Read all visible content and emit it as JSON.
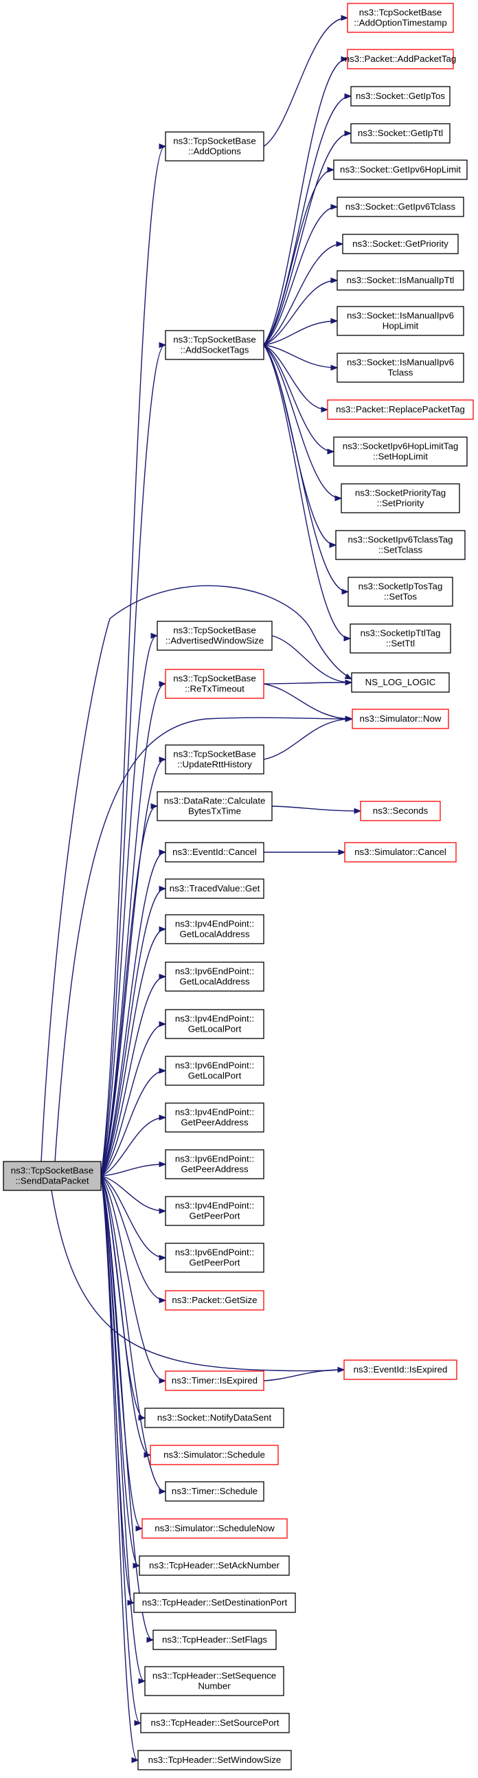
{
  "diagram": {
    "colors": {
      "edge": "#191970",
      "node_border": "#000000",
      "node_border_undocumented": "#ff0000",
      "root_fill": "#bfbfbf",
      "node_fill": "#ffffff",
      "text": "#000000"
    },
    "nodes": [
      {
        "id": "root",
        "lines": [
          "ns3::TcpSocketBase",
          "::SendDataPacket"
        ],
        "style": "root"
      },
      {
        "id": "addOptions",
        "lines": [
          "ns3::TcpSocketBase",
          "::AddOptions"
        ],
        "style": "normal"
      },
      {
        "id": "addOptionTimestamp",
        "lines": [
          "ns3::TcpSocketBase",
          "::AddOptionTimestamp"
        ],
        "style": "red"
      },
      {
        "id": "addPacketTag",
        "lines": [
          "ns3::Packet::AddPacketTag"
        ],
        "style": "red"
      },
      {
        "id": "getIpTos",
        "lines": [
          "ns3::Socket::GetIpTos"
        ],
        "style": "normal"
      },
      {
        "id": "getIpTtl",
        "lines": [
          "ns3::Socket::GetIpTtl"
        ],
        "style": "normal"
      },
      {
        "id": "getIpv6HopLimit",
        "lines": [
          "ns3::Socket::GetIpv6HopLimit"
        ],
        "style": "normal"
      },
      {
        "id": "getIpv6Tclass",
        "lines": [
          "ns3::Socket::GetIpv6Tclass"
        ],
        "style": "normal"
      },
      {
        "id": "getPriority",
        "lines": [
          "ns3::Socket::GetPriority"
        ],
        "style": "normal"
      },
      {
        "id": "addSocketTags",
        "lines": [
          "ns3::TcpSocketBase",
          "::AddSocketTags"
        ],
        "style": "normal"
      },
      {
        "id": "isManualIpTtl",
        "lines": [
          "ns3::Socket::IsManualIpTtl"
        ],
        "style": "normal"
      },
      {
        "id": "isManualIpv6HopLimit",
        "lines": [
          "ns3::Socket::IsManualIpv6",
          "HopLimit"
        ],
        "style": "normal"
      },
      {
        "id": "isManualIpv6Tclass",
        "lines": [
          "ns3::Socket::IsManualIpv6",
          "Tclass"
        ],
        "style": "normal"
      },
      {
        "id": "replacePacketTag",
        "lines": [
          "ns3::Packet::ReplacePacketTag"
        ],
        "style": "red"
      },
      {
        "id": "setHopLimit",
        "lines": [
          "ns3::SocketIpv6HopLimitTag",
          "::SetHopLimit"
        ],
        "style": "normal"
      },
      {
        "id": "setPriority",
        "lines": [
          "ns3::SocketPriorityTag",
          "::SetPriority"
        ],
        "style": "normal"
      },
      {
        "id": "setTclass",
        "lines": [
          "ns3::SocketIpv6TclassTag",
          "::SetTclass"
        ],
        "style": "normal"
      },
      {
        "id": "setTos",
        "lines": [
          "ns3::SocketIpTosTag",
          "::SetTos"
        ],
        "style": "normal"
      },
      {
        "id": "setTtl",
        "lines": [
          "ns3::SocketIpTtlTag",
          "::SetTtl"
        ],
        "style": "normal"
      },
      {
        "id": "advertisedWindowSize",
        "lines": [
          "ns3::TcpSocketBase",
          "::AdvertisedWindowSize"
        ],
        "style": "normal"
      },
      {
        "id": "nsLogLogic",
        "lines": [
          "NS_LOG_LOGIC"
        ],
        "style": "normal"
      },
      {
        "id": "reTxTimeout",
        "lines": [
          "ns3::TcpSocketBase",
          "::ReTxTimeout"
        ],
        "style": "red"
      },
      {
        "id": "simNow",
        "lines": [
          "ns3::Simulator::Now"
        ],
        "style": "red"
      },
      {
        "id": "updateRttHistory",
        "lines": [
          "ns3::TcpSocketBase",
          "::UpdateRttHistory"
        ],
        "style": "normal"
      },
      {
        "id": "calculateBytesTxTime",
        "lines": [
          "ns3::DataRate::Calculate",
          "BytesTxTime"
        ],
        "style": "normal"
      },
      {
        "id": "seconds",
        "lines": [
          "ns3::Seconds"
        ],
        "style": "red"
      },
      {
        "id": "eventIdCancel",
        "lines": [
          "ns3::EventId::Cancel"
        ],
        "style": "normal"
      },
      {
        "id": "simCancel",
        "lines": [
          "ns3::Simulator::Cancel"
        ],
        "style": "red"
      },
      {
        "id": "tracedValueGet",
        "lines": [
          "ns3::TracedValue::Get"
        ],
        "style": "normal"
      },
      {
        "id": "ipv4GetLocalAddress",
        "lines": [
          "ns3::Ipv4EndPoint::",
          "GetLocalAddress"
        ],
        "style": "normal"
      },
      {
        "id": "ipv6GetLocalAddress",
        "lines": [
          "ns3::Ipv6EndPoint::",
          "GetLocalAddress"
        ],
        "style": "normal"
      },
      {
        "id": "ipv4GetLocalPort",
        "lines": [
          "ns3::Ipv4EndPoint::",
          "GetLocalPort"
        ],
        "style": "normal"
      },
      {
        "id": "ipv6GetLocalPort",
        "lines": [
          "ns3::Ipv6EndPoint::",
          "GetLocalPort"
        ],
        "style": "normal"
      },
      {
        "id": "ipv4GetPeerAddress",
        "lines": [
          "ns3::Ipv4EndPoint::",
          "GetPeerAddress"
        ],
        "style": "normal"
      },
      {
        "id": "ipv6GetPeerAddress",
        "lines": [
          "ns3::Ipv6EndPoint::",
          "GetPeerAddress"
        ],
        "style": "normal"
      },
      {
        "id": "ipv4GetPeerPort",
        "lines": [
          "ns3::Ipv4EndPoint::",
          "GetPeerPort"
        ],
        "style": "normal"
      },
      {
        "id": "ipv6GetPeerPort",
        "lines": [
          "ns3::Ipv6EndPoint::",
          "GetPeerPort"
        ],
        "style": "normal"
      },
      {
        "id": "packetGetSize",
        "lines": [
          "ns3::Packet::GetSize"
        ],
        "style": "red"
      },
      {
        "id": "eventIdIsExpired",
        "lines": [
          "ns3::EventId::IsExpired"
        ],
        "style": "red"
      },
      {
        "id": "timerIsExpired",
        "lines": [
          "ns3::Timer::IsExpired"
        ],
        "style": "red"
      },
      {
        "id": "notifyDataSent",
        "lines": [
          "ns3::Socket::NotifyDataSent"
        ],
        "style": "normal"
      },
      {
        "id": "simSchedule",
        "lines": [
          "ns3::Simulator::Schedule"
        ],
        "style": "red"
      },
      {
        "id": "timerSchedule",
        "lines": [
          "ns3::Timer::Schedule"
        ],
        "style": "normal"
      },
      {
        "id": "simScheduleNow",
        "lines": [
          "ns3::Simulator::ScheduleNow"
        ],
        "style": "red"
      },
      {
        "id": "setAckNumber",
        "lines": [
          "ns3::TcpHeader::SetAckNumber"
        ],
        "style": "normal"
      },
      {
        "id": "setDestinationPort",
        "lines": [
          "ns3::TcpHeader::SetDestinationPort"
        ],
        "style": "normal"
      },
      {
        "id": "setFlags",
        "lines": [
          "ns3::TcpHeader::SetFlags"
        ],
        "style": "normal"
      },
      {
        "id": "setSequenceNumber",
        "lines": [
          "ns3::TcpHeader::SetSequence",
          "Number"
        ],
        "style": "normal"
      },
      {
        "id": "setSourcePort",
        "lines": [
          "ns3::TcpHeader::SetSourcePort"
        ],
        "style": "normal"
      },
      {
        "id": "setWindowSize",
        "lines": [
          "ns3::TcpHeader::SetWindowSize"
        ],
        "style": "normal"
      }
    ],
    "edges": [
      [
        "root",
        "addOptions"
      ],
      [
        "root",
        "addSocketTags"
      ],
      [
        "root",
        "nsLogLogic"
      ],
      [
        "root",
        "advertisedWindowSize"
      ],
      [
        "root",
        "reTxTimeout"
      ],
      [
        "root",
        "simNow"
      ],
      [
        "root",
        "updateRttHistory"
      ],
      [
        "root",
        "calculateBytesTxTime"
      ],
      [
        "root",
        "eventIdCancel"
      ],
      [
        "root",
        "tracedValueGet"
      ],
      [
        "root",
        "ipv4GetLocalAddress"
      ],
      [
        "root",
        "ipv6GetLocalAddress"
      ],
      [
        "root",
        "ipv4GetLocalPort"
      ],
      [
        "root",
        "ipv6GetLocalPort"
      ],
      [
        "root",
        "ipv4GetPeerAddress"
      ],
      [
        "root",
        "ipv6GetPeerAddress"
      ],
      [
        "root",
        "ipv4GetPeerPort"
      ],
      [
        "root",
        "ipv6GetPeerPort"
      ],
      [
        "root",
        "packetGetSize"
      ],
      [
        "root",
        "eventIdIsExpired"
      ],
      [
        "root",
        "timerIsExpired"
      ],
      [
        "root",
        "notifyDataSent"
      ],
      [
        "root",
        "simSchedule"
      ],
      [
        "root",
        "timerSchedule"
      ],
      [
        "root",
        "simScheduleNow"
      ],
      [
        "root",
        "setAckNumber"
      ],
      [
        "root",
        "setDestinationPort"
      ],
      [
        "root",
        "setFlags"
      ],
      [
        "root",
        "setSequenceNumber"
      ],
      [
        "root",
        "setSourcePort"
      ],
      [
        "root",
        "setWindowSize"
      ],
      [
        "addOptions",
        "addOptionTimestamp"
      ],
      [
        "addSocketTags",
        "addPacketTag"
      ],
      [
        "addSocketTags",
        "getIpTos"
      ],
      [
        "addSocketTags",
        "getIpTtl"
      ],
      [
        "addSocketTags",
        "getIpv6HopLimit"
      ],
      [
        "addSocketTags",
        "getIpv6Tclass"
      ],
      [
        "addSocketTags",
        "getPriority"
      ],
      [
        "addSocketTags",
        "isManualIpTtl"
      ],
      [
        "addSocketTags",
        "isManualIpv6HopLimit"
      ],
      [
        "addSocketTags",
        "isManualIpv6Tclass"
      ],
      [
        "addSocketTags",
        "replacePacketTag"
      ],
      [
        "addSocketTags",
        "setHopLimit"
      ],
      [
        "addSocketTags",
        "setPriority"
      ],
      [
        "addSocketTags",
        "setTclass"
      ],
      [
        "addSocketTags",
        "setTos"
      ],
      [
        "addSocketTags",
        "setTtl"
      ],
      [
        "advertisedWindowSize",
        "nsLogLogic"
      ],
      [
        "reTxTimeout",
        "nsLogLogic"
      ],
      [
        "reTxTimeout",
        "simNow"
      ],
      [
        "updateRttHistory",
        "simNow"
      ],
      [
        "calculateBytesTxTime",
        "seconds"
      ],
      [
        "eventIdCancel",
        "simCancel"
      ],
      [
        "timerIsExpired",
        "eventIdIsExpired"
      ]
    ]
  }
}
